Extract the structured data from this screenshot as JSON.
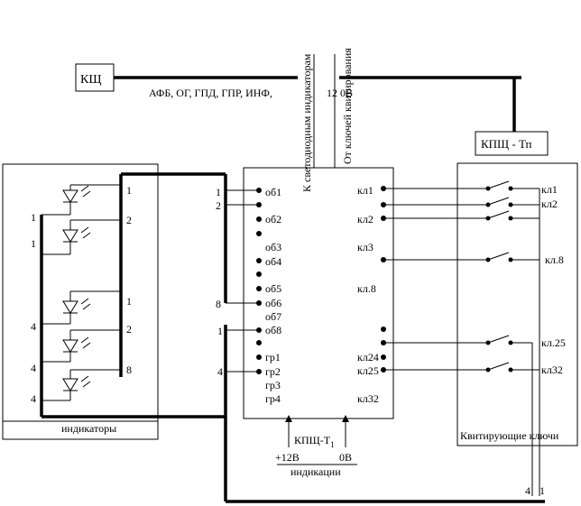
{
  "blocks": {
    "ksch": "КЩ",
    "kpsch_tn": "КПЩ - Тп",
    "indicators": "индикаторы",
    "keys": "Квитирующие ключи",
    "kpsch_t1": "КПЩ-Т",
    "kpsch_t1_sub": "1",
    "indication": "индикации"
  },
  "bus": {
    "signals": "АФБ, ОГ, ГПД, ГПР, ИНФ,",
    "voltage": "12 0В",
    "to_indicators": "К светодиодным индикаторам",
    "from_keys": "От ключей квитирования"
  },
  "supply": {
    "plus": "+12В",
    "zero": "0В"
  },
  "pins_left": [
    "об1",
    "об2",
    "об3",
    "об4",
    "об5",
    "об6",
    "об7",
    "об8",
    "гр1",
    "гр2",
    "гр3",
    "гр4"
  ],
  "pins_right": [
    "кл1",
    "кл2",
    "кл3",
    "кл.8",
    "кл24",
    "кл25",
    "кл32"
  ],
  "switch_labels": [
    "кл1",
    "кл2",
    "кл.8",
    "кл.25",
    "кл32"
  ],
  "led_pins": [
    "1",
    "2",
    "1",
    "2",
    "8"
  ],
  "left_numbers": [
    "1",
    "1",
    "4",
    "4",
    "4"
  ],
  "wire_numbers": [
    "1",
    "2",
    "8",
    "1",
    "4"
  ],
  "bottom_numbers": [
    "4",
    "1"
  ]
}
